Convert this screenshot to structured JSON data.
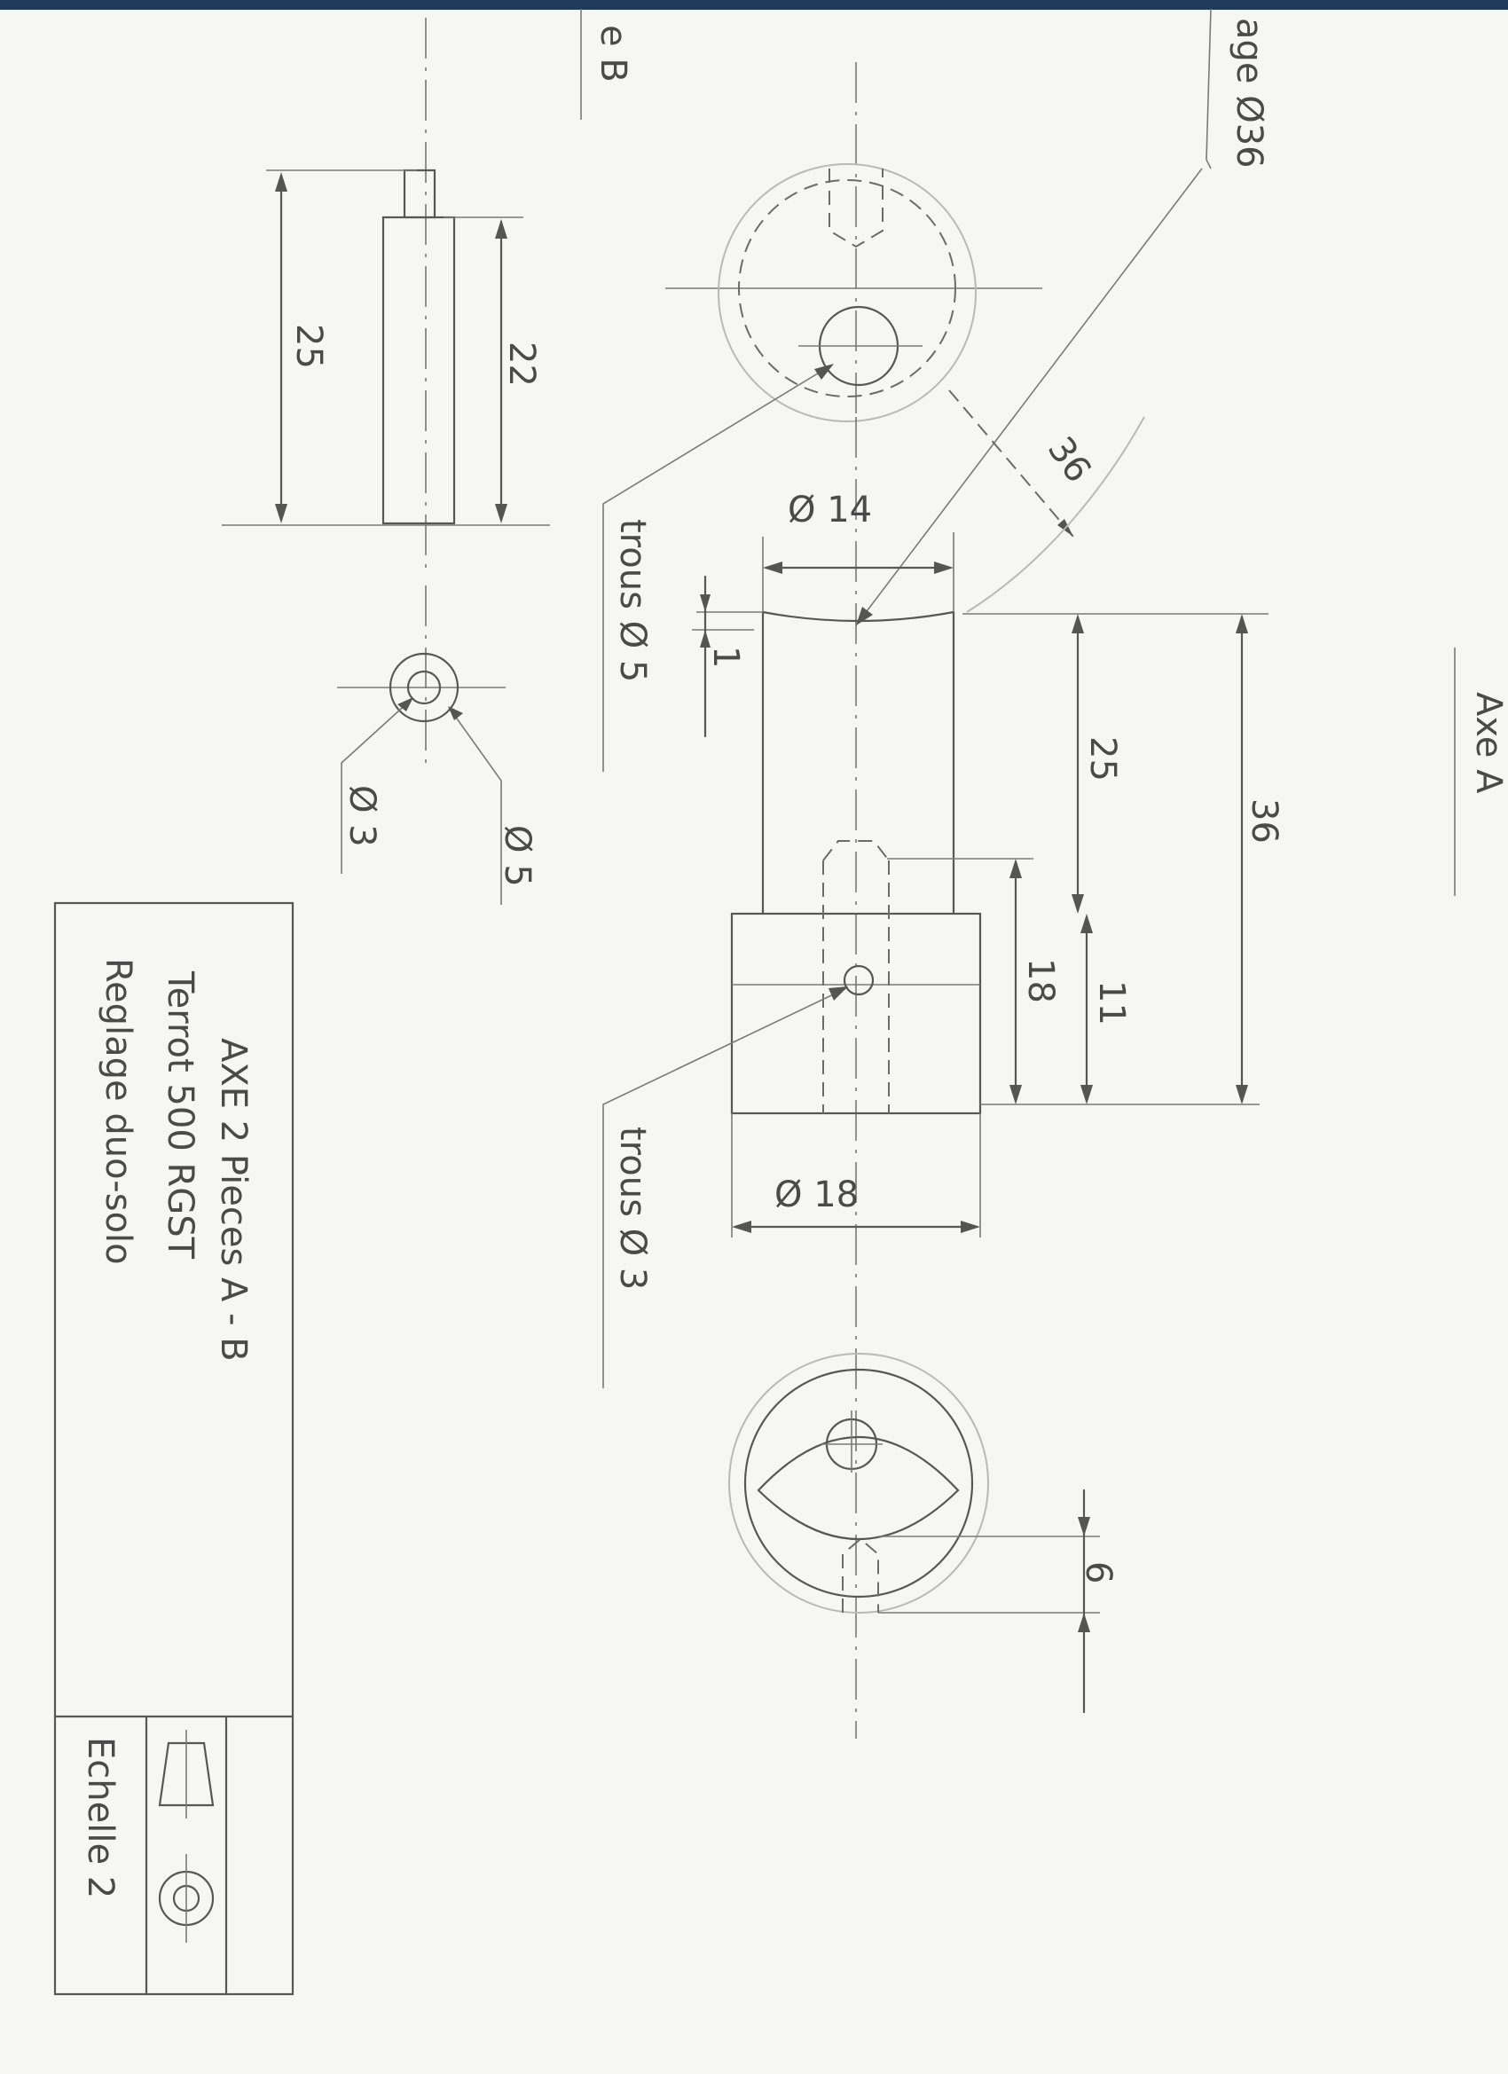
{
  "sheet": {
    "title_block": {
      "line1": "AXE 2 Pieces A - B",
      "line2": "Terrot 500 RGST",
      "line3": "Reglage duo-solo",
      "scale": "Echelle 2"
    },
    "view_labels": {
      "part_a": "Axe A",
      "part_b": "e B"
    },
    "notes": {
      "bore_callout": "age Ø36",
      "holes_5": "trous Ø 5",
      "holes_3": "trous Ø 3"
    },
    "dims_b": {
      "overall_length": "25",
      "body_length": "22",
      "inner_dia": "Ø 3",
      "outer_dia": "Ø 5"
    },
    "dims_a": {
      "dia_14": "Ø 14",
      "dia_18": "Ø 18",
      "len_25": "25",
      "len_36": "36",
      "len_11": "11",
      "len_18": "18",
      "chamfer_1": "1",
      "radius_36": "36",
      "flat_6": "6"
    }
  }
}
